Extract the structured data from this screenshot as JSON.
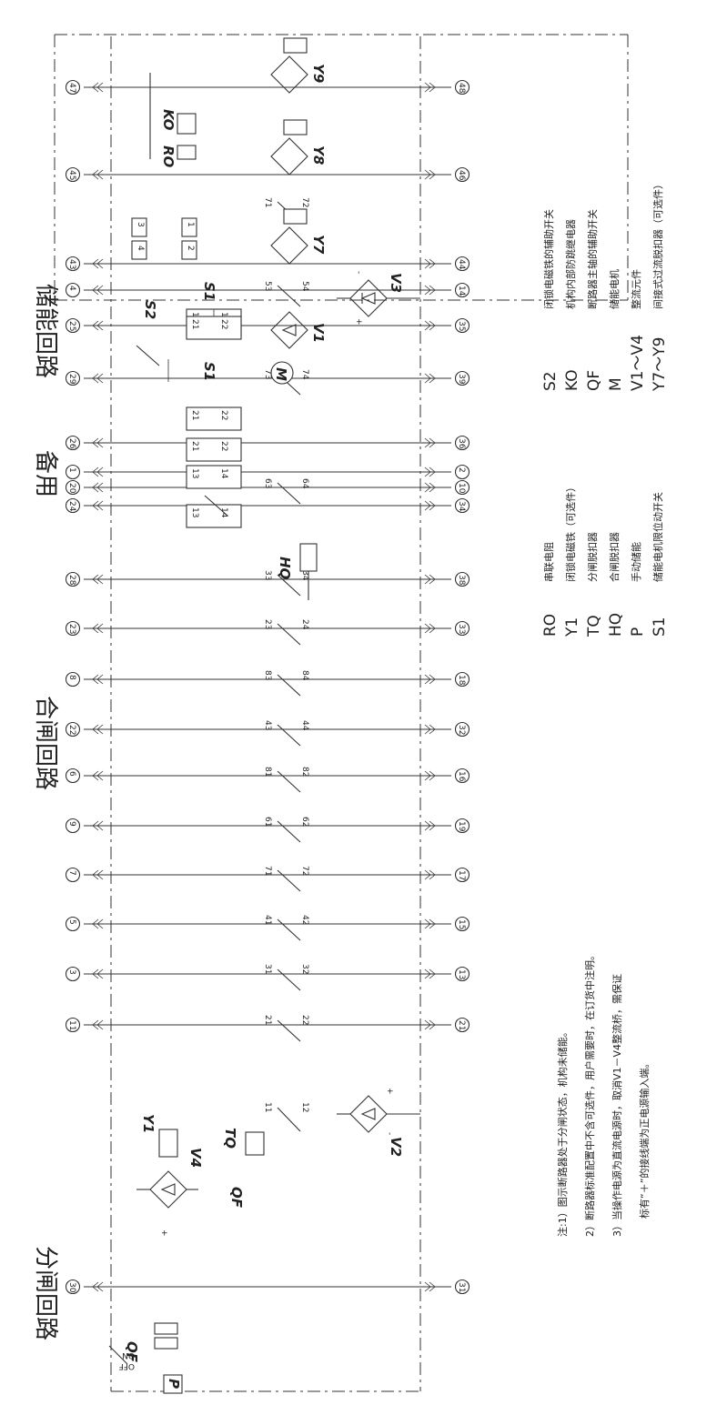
{
  "sections": {
    "open_circuit": "分闸回路",
    "close_circuit": "合闸回路",
    "spare": "备用",
    "storage_circuit": "储能回路"
  },
  "terminals": {
    "top": [
      "30",
      "11",
      "3",
      "5",
      "7",
      "9",
      "6",
      "22",
      "8",
      "23",
      "28",
      "20",
      "29",
      "4",
      "24",
      "1",
      "26",
      "25",
      "43",
      "45",
      "47"
    ],
    "bottom": [
      "31",
      "21",
      "13",
      "15",
      "17",
      "19",
      "16",
      "32",
      "18",
      "33",
      "38",
      "10",
      "39",
      "14",
      "34",
      "2",
      "36",
      "35",
      "44",
      "46",
      "48"
    ]
  },
  "components": {
    "P": "P",
    "QF_switch": "QF",
    "ON": "ON",
    "OFF": "OFF",
    "TQ": "TQ",
    "V2": "V2",
    "V4": "V4",
    "Y1": "Y1",
    "QF": "QF",
    "S2": "S2",
    "S1_close": "S1",
    "V3": "V3",
    "RO": "RO",
    "KO": "KO",
    "HQ": "HQ",
    "S1_storage": "S1",
    "M": "M",
    "V1": "V1",
    "Y7": "Y7",
    "Y8": "Y8",
    "Y9": "Y9"
  },
  "contacts": {
    "tq": [
      "11",
      "12"
    ],
    "row1": [
      "21",
      "31",
      "41",
      "71",
      "61",
      "81",
      "43",
      "83",
      "23",
      "33",
      "63",
      "73",
      "53"
    ],
    "row2": [
      "22",
      "32",
      "42",
      "72",
      "62",
      "82",
      "44",
      "84",
      "24",
      "34",
      "64",
      "74",
      "54"
    ],
    "ko": [
      "3",
      "4",
      "1",
      "2"
    ],
    "k71": [
      "71",
      "72"
    ],
    "s1c": [
      "13",
      "14"
    ],
    "spare_a": [
      "13",
      "14"
    ],
    "spare_b": [
      "13",
      "14"
    ],
    "spare_c": [
      "21",
      "22"
    ],
    "s1s_a": [
      "21",
      "22"
    ],
    "s1s_b": [
      "21",
      "22"
    ],
    "plus": "+",
    "minus": "-"
  },
  "notes": [
    "注:1）图示断路器处于分闸状态，机构未储能。",
    "2）断路器标准配置中不含可选件，用户需要时，在订货中注明。",
    "3）当操作电源为直流电源时，取消V1－V4整流桥，需保证",
    "标有“＋”的接线端为正电源输入端。"
  ],
  "legend": [
    {
      "code": "RO",
      "desc": "串联电阻"
    },
    {
      "code": "Y1",
      "desc": "闭锁电磁铁（可选件）"
    },
    {
      "code": "TQ",
      "desc": "分闸脱扣器"
    },
    {
      "code": "HQ",
      "desc": "合闸脱扣器"
    },
    {
      "code": "P",
      "desc": "手动储能"
    },
    {
      "code": "S1",
      "desc": "储能电机限位动开关"
    },
    {
      "code": "S2",
      "desc": "闭锁电磁铁的辅助开关"
    },
    {
      "code": "KO",
      "desc": "机构内部防跳继电器"
    },
    {
      "code": "QF",
      "desc": "断路器主轴的辅助开关"
    },
    {
      "code": "M",
      "desc": "储能电机"
    },
    {
      "code": "V1～V4",
      "desc": "整流元件"
    },
    {
      "code": "Y7～Y9",
      "desc": "间接式过流脱扣器（可选件）"
    }
  ]
}
